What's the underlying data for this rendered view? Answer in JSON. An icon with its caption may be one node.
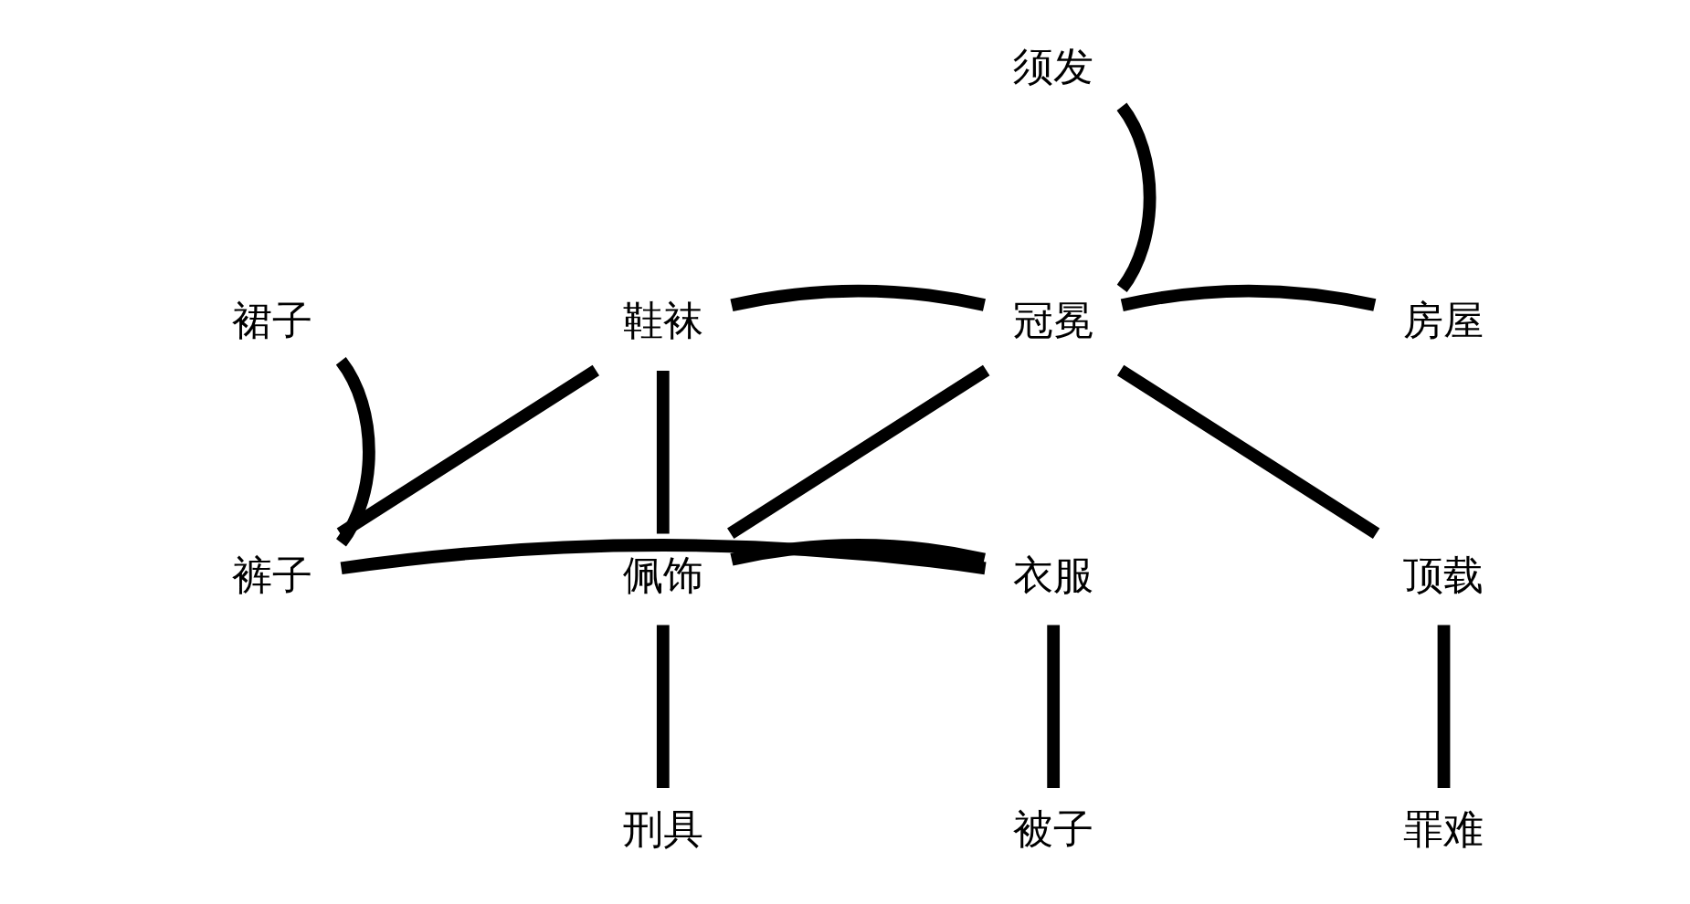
{
  "diagram": {
    "nodes": [
      {
        "text": [
          "须发"
        ]
      },
      {
        "text": [
          "裙子"
        ]
      },
      {
        "text": [
          "鞋袜"
        ]
      },
      {
        "text": [
          "冠冕"
        ]
      },
      {
        "text": [
          "房屋"
        ]
      },
      {
        "text": [
          "裤子"
        ]
      },
      {
        "text": [
          "衣服"
        ]
      },
      {
        "text": [
          "佩饰"
        ]
      },
      {
        "text": [
          "顶载"
        ]
      },
      {
        "text": [
          "被子"
        ]
      },
      {
        "text": [
          "刑具"
        ]
      },
      {
        "text": [
          "罪难"
        ]
      }
    ],
    "edges": [
      {
        "from": 0,
        "to": 3,
        "arrow": "none"
      },
      {
        "from": 1,
        "to": 5,
        "arrow": "none"
      },
      {
        "from": 2,
        "to": 5,
        "arrow": "none"
      },
      {
        "from": 2,
        "to": 3,
        "arrow": "none"
      },
      {
        "from": 2,
        "to": 7,
        "arrow": "none"
      },
      {
        "from": 3,
        "to": 4,
        "arrow": "none"
      },
      {
        "from": 3,
        "to": 7,
        "arrow": "none"
      },
      {
        "from": 3,
        "to": 8,
        "arrow": "none"
      },
      {
        "from": 5,
        "to": 6,
        "arrow": "none"
      },
      {
        "from": 6,
        "to": 7,
        "arrow": "none"
      },
      {
        "from": 6,
        "to": 9,
        "arrow": "none"
      },
      {
        "from": 7,
        "to": 10,
        "arrow": "none"
      },
      {
        "from": 8,
        "to": 11,
        "arrow": "none"
      }
    ]
  }
}
